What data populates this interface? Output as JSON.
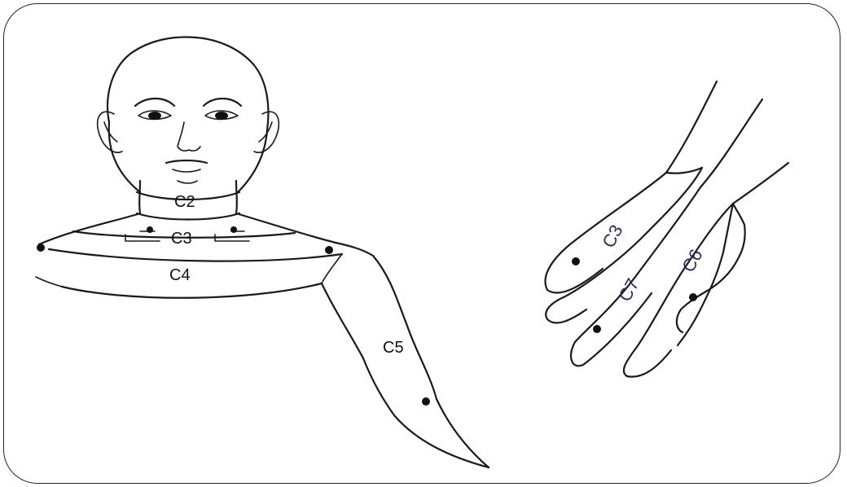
{
  "labels": {
    "c2": "C2",
    "c3": "C3",
    "c4": "C4",
    "c5": "C5",
    "hand_c3": "C3",
    "hand_c7": "C7",
    "hand_c6": "C6"
  },
  "colors": {
    "line": "#1a1a1a",
    "hand_label": "#2e2e52"
  }
}
